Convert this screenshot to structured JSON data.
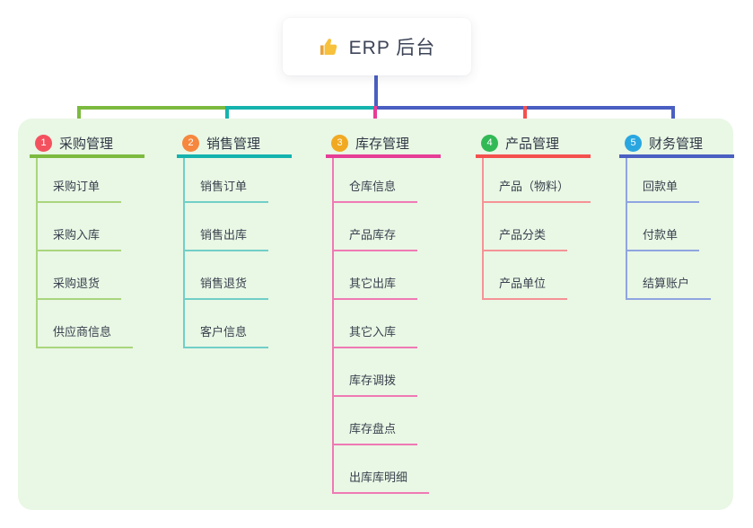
{
  "root": {
    "title": "ERP 后台",
    "icon": "thumbs-up-icon"
  },
  "panel_background": "#e9f7e5",
  "branches": [
    {
      "number": "1",
      "label": "采购管理",
      "badge_color": "#f4515f",
      "line_color": "#7cba3f",
      "child_line_color": "#a9d67d",
      "children": [
        "采购订单",
        "采购入库",
        "采购退货",
        "供应商信息"
      ]
    },
    {
      "number": "2",
      "label": "销售管理",
      "badge_color": "#f6873e",
      "line_color": "#14b3ad",
      "child_line_color": "#71cfc7",
      "children": [
        "销售订单",
        "销售出库",
        "销售退货",
        "客户信息"
      ]
    },
    {
      "number": "3",
      "label": "库存管理",
      "badge_color": "#f1a922",
      "line_color": "#e63d96",
      "child_line_color": "#ef7ab4",
      "children": [
        "仓库信息",
        "产品库存",
        "其它出库",
        "其它入库",
        "库存调拨",
        "库存盘点",
        "出库库明细"
      ]
    },
    {
      "number": "4",
      "label": "产品管理",
      "badge_color": "#31b956",
      "line_color": "#f4504e",
      "child_line_color": "#f59396",
      "children": [
        "产品（物料）",
        "产品分类",
        "产品单位"
      ]
    },
    {
      "number": "5",
      "label": "财务管理",
      "badge_color": "#29a6e0",
      "line_color": "#4a5fc1",
      "child_line_color": "#8fa5e0",
      "children": [
        "回款单",
        "付款单",
        "结算账户"
      ]
    }
  ]
}
